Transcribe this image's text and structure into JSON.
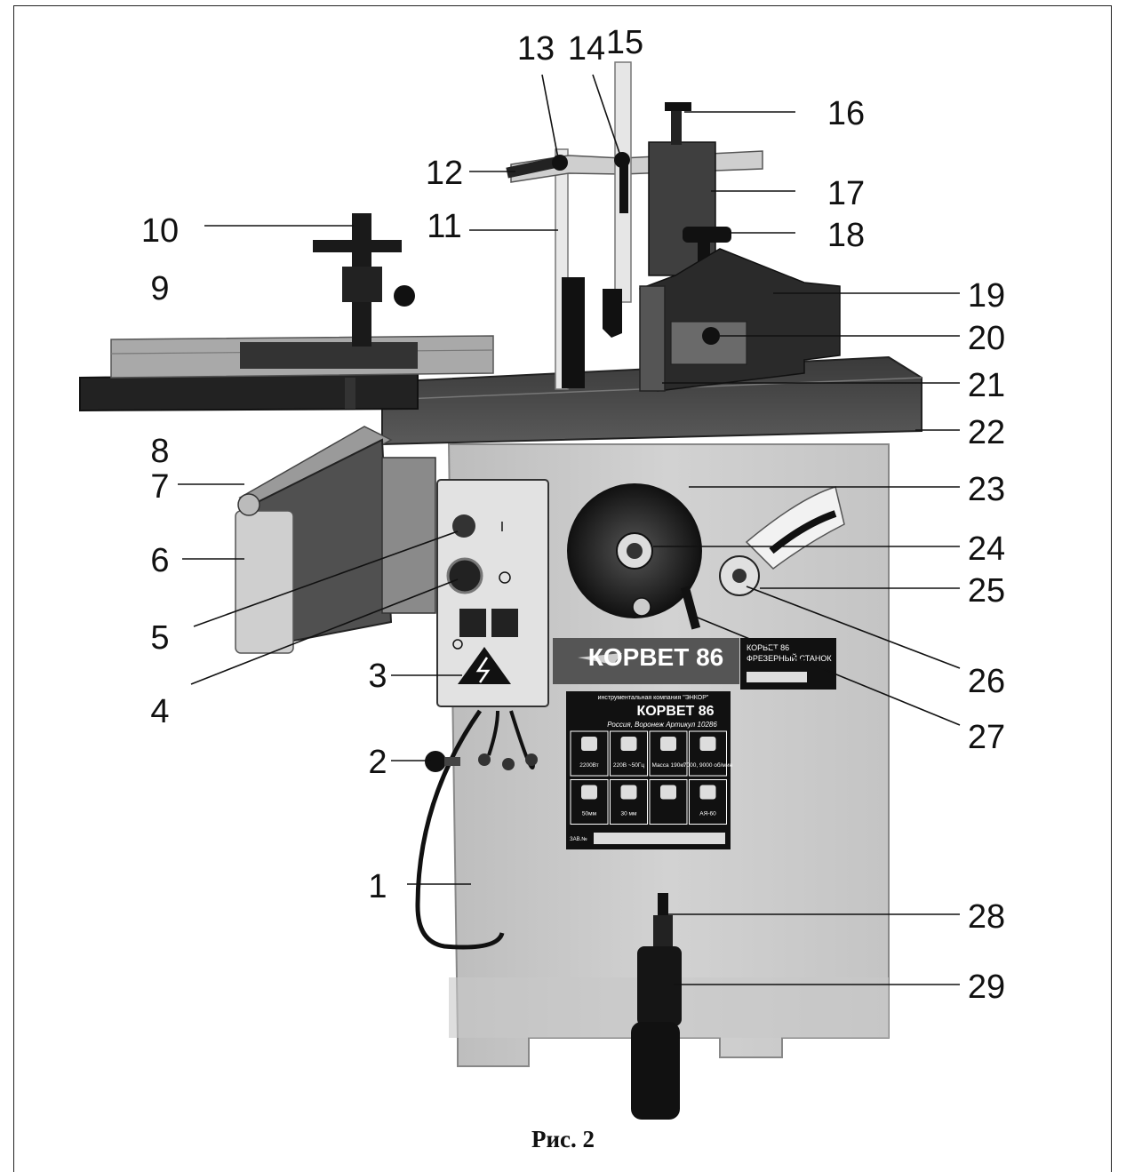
{
  "caption": "Рис. 2",
  "callouts": [
    "1",
    "2",
    "3",
    "4",
    "5",
    "6",
    "7",
    "8",
    "9",
    "10",
    "11",
    "12",
    "13",
    "14",
    "15",
    "16",
    "17",
    "18",
    "19",
    "20",
    "21",
    "22",
    "23",
    "24",
    "25",
    "26",
    "27",
    "28",
    "29"
  ],
  "switch_marks": {
    "on": "I",
    "off": "O"
  },
  "brand_banner": "КОРВЕТ 86",
  "side_plate": {
    "line1": "КОРВЕТ 86",
    "line2": "ФРЕЗЕРНЫЙ СТАНОК"
  },
  "spec_plate": {
    "company": "инструментальная компания \"ЭНКОР\"",
    "model": "КОРВЕТ 86",
    "origin": "Россия, Воронеж Артикул 10286",
    "cells": [
      "2200Вт",
      "220В ~50Гц",
      "Масса 190кг",
      "7000, 9000 об/мин",
      "50мм",
      "30 мм",
      "",
      "АЯ-60"
    ],
    "serial_label": "ЗАВ.№"
  }
}
